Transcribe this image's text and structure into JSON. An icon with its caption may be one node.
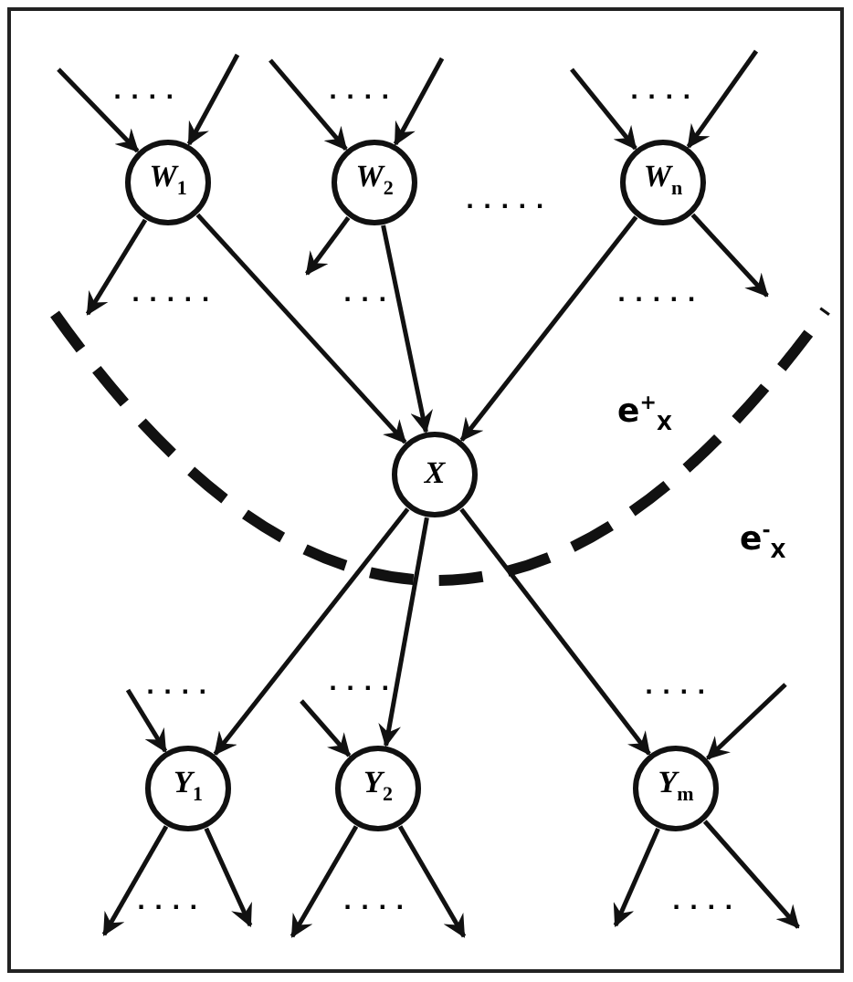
{
  "diagram": {
    "nodes": [
      {
        "text": [
          "W$_{1}$"
        ]
      },
      {
        "text": [
          "W$_{2}$"
        ]
      },
      {
        "text": [
          "W$_{n}$"
        ]
      },
      {
        "text": [
          "X"
        ]
      },
      {
        "text": [
          "Y$_{1}$"
        ]
      },
      {
        "text": [
          "Y$_{2}$"
        ]
      },
      {
        "text": [
          "Y$_{m}$"
        ]
      }
    ],
    "edges": [
      {
        "from": null,
        "to": 0,
        "arrow": "to"
      },
      {
        "from": null,
        "to": 0,
        "arrow": "to"
      },
      {
        "from": 0,
        "to": null,
        "arrow": "to"
      },
      {
        "from": 0,
        "to": 3,
        "arrow": "to"
      },
      {
        "from": null,
        "to": 1,
        "arrow": "to"
      },
      {
        "from": null,
        "to": 1,
        "arrow": "to"
      },
      {
        "from": 1,
        "to": null,
        "arrow": "to"
      },
      {
        "from": 1,
        "to": 3,
        "arrow": "to"
      },
      {
        "from": null,
        "to": 2,
        "arrow": "to"
      },
      {
        "from": null,
        "to": 2,
        "arrow": "to"
      },
      {
        "from": 2,
        "to": null,
        "arrow": "to"
      },
      {
        "from": 2,
        "to": 3,
        "arrow": "to"
      },
      {
        "from": 3,
        "to": 4,
        "arrow": "to"
      },
      {
        "from": 3,
        "to": 5,
        "arrow": "to"
      },
      {
        "from": 3,
        "to": 6,
        "arrow": "to"
      },
      {
        "from": null,
        "to": 4,
        "arrow": "to"
      },
      {
        "from": 4,
        "to": null,
        "arrow": "to"
      },
      {
        "from": 4,
        "to": null,
        "arrow": "to"
      },
      {
        "from": null,
        "to": 5,
        "arrow": "to"
      },
      {
        "from": 5,
        "to": null,
        "arrow": "to"
      },
      {
        "from": 5,
        "to": null,
        "arrow": "to"
      },
      {
        "from": null,
        "to": 6,
        "arrow": "to"
      },
      {
        "from": 6,
        "to": null,
        "arrow": "to"
      },
      {
        "from": 6,
        "to": null,
        "arrow": "to"
      }
    ],
    "labels": [
      "....",
      "....",
      "....",
      ".....",
      ".....",
      "...",
      ".....",
      "e$^{+}$$_{X}$",
      "e$^{-}$$_{X}$",
      "....",
      "....",
      "....",
      "....",
      "....",
      "...."
    ]
  }
}
